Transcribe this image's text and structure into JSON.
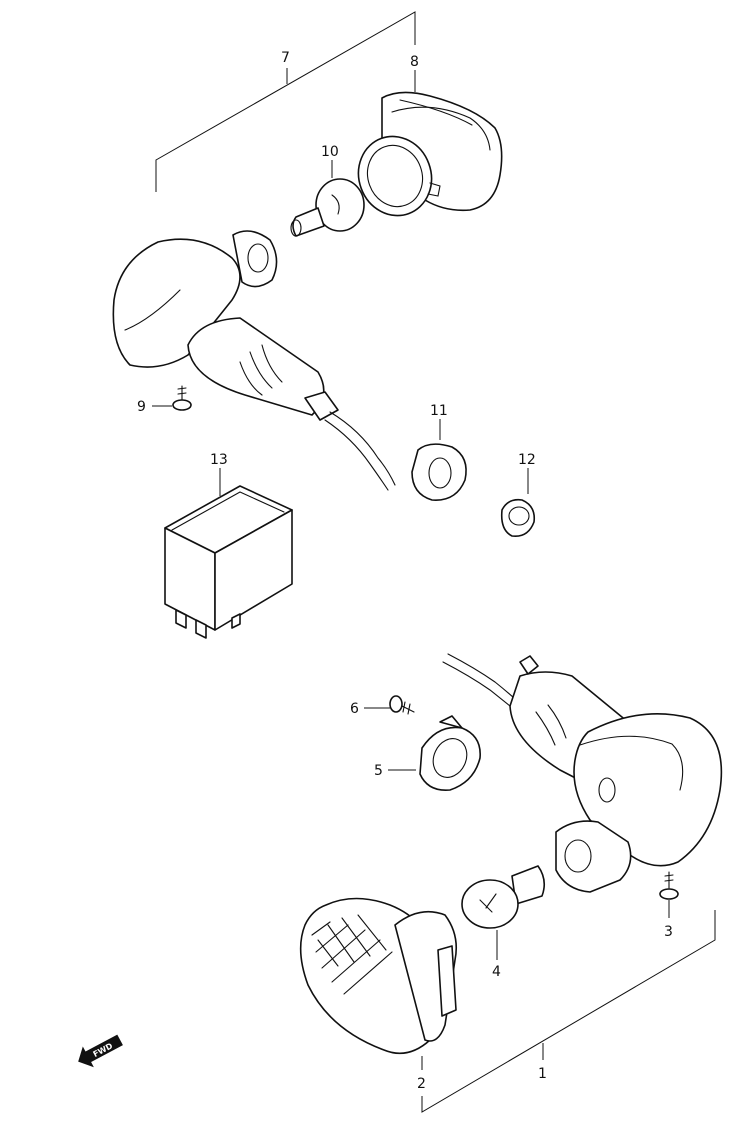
{
  "callouts": {
    "c1": "1",
    "c2": "2",
    "c3": "3",
    "c4": "4",
    "c5": "5",
    "c6": "6",
    "c7": "7",
    "c8": "8",
    "c9": "9",
    "c10": "10",
    "c11": "11",
    "c12": "12",
    "c13": "13"
  },
  "fwd_badge": "FWD"
}
